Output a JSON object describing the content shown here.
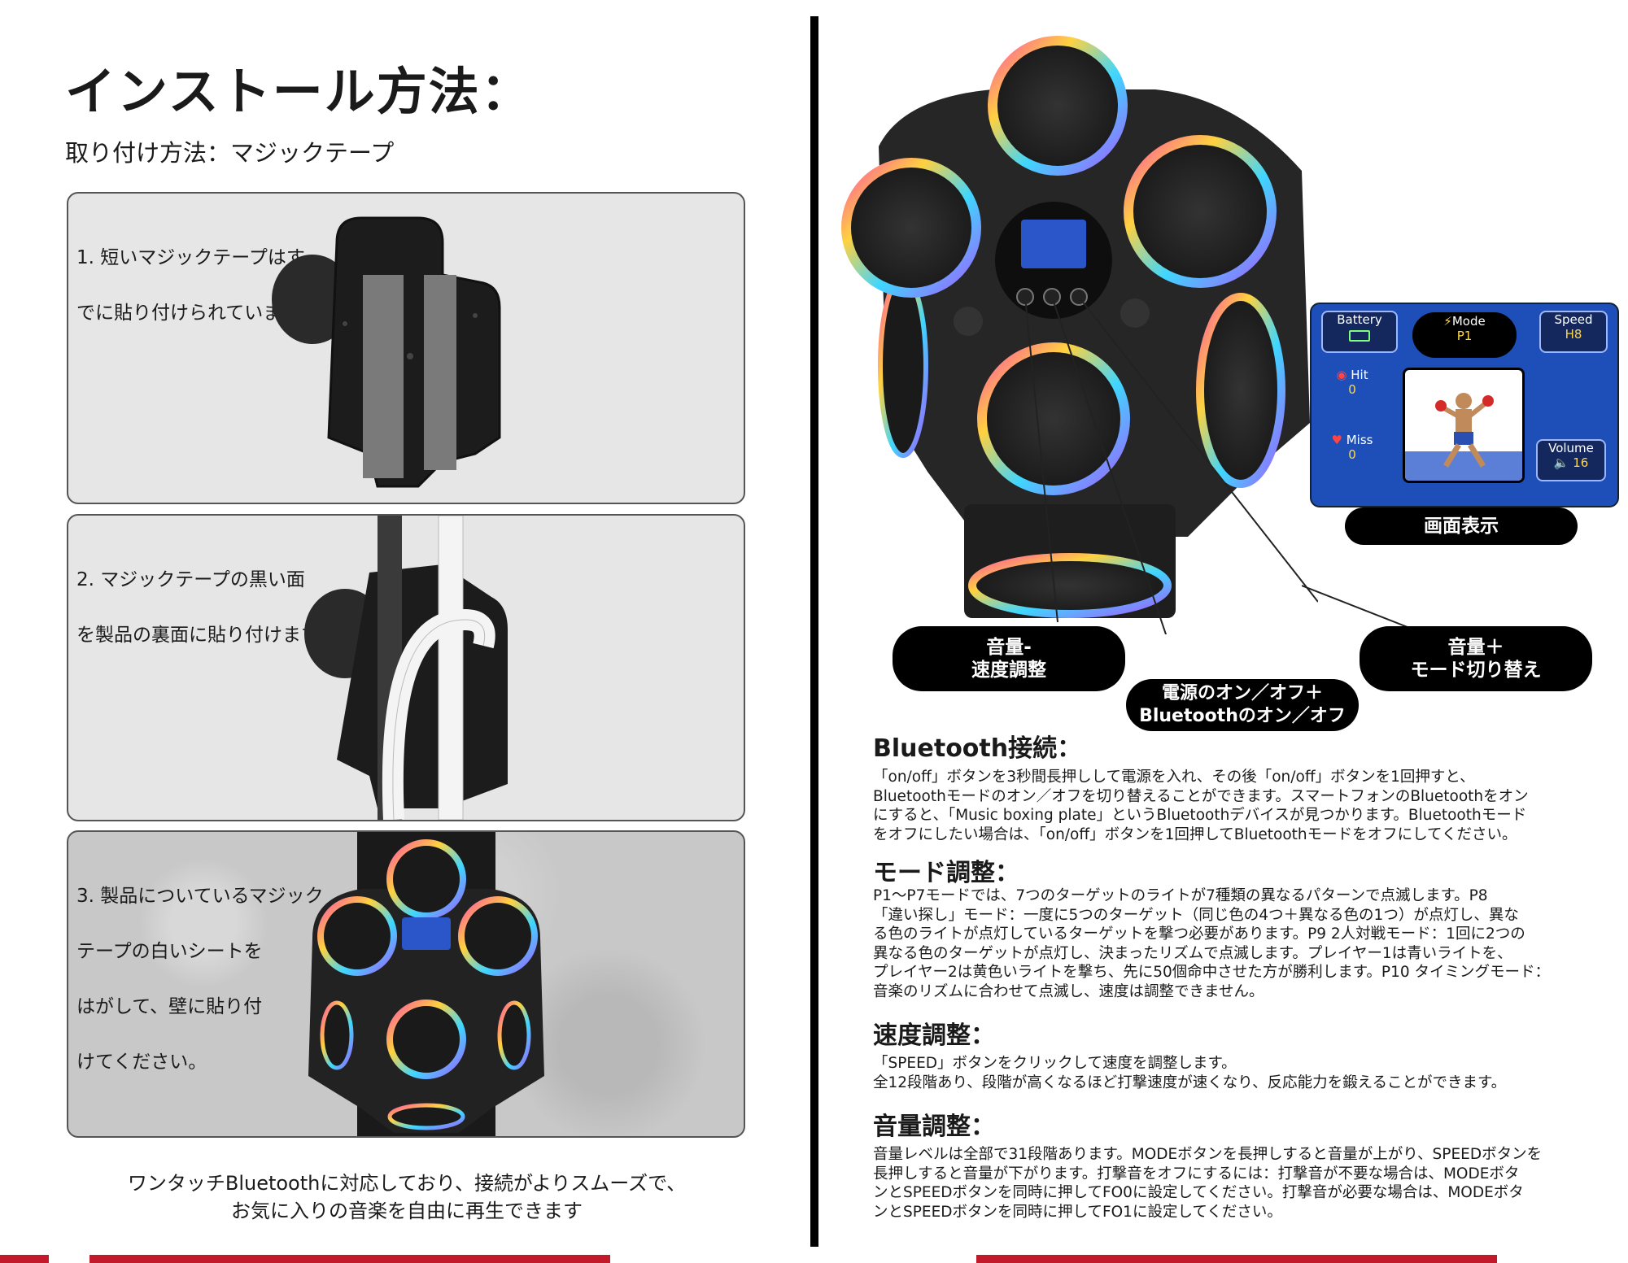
{
  "left": {
    "title": "インストール方法：",
    "subtitle": "取り付け方法：マジックテープ",
    "steps": [
      {
        "lines": [
          "1. 短いマジックテープはす",
          "でに貼り付けられています"
        ]
      },
      {
        "lines": [
          "2. マジックテープの黒い面",
          "を製品の裏面に貼り付けます"
        ]
      },
      {
        "lines": [
          "3. 製品についているマジック",
          "テープの白いシートを",
          "はがして、壁に貼り付",
          "けてください。"
        ]
      }
    ],
    "bottom_lines": [
      "ワンタッチBluetoothに対応しており、接続がよりスムーズで、",
      "お気に入りの音楽を自由に再生できます"
    ]
  },
  "screen": {
    "battery": "Battery",
    "mode": "Mode",
    "mode_value": "P1",
    "speed": "Speed",
    "speed_value": "H8",
    "hit": "Hit",
    "hit_value": "0",
    "miss": "Miss",
    "miss_value": "0",
    "volume": "Volume",
    "volume_value": "16",
    "caption": "画面表示"
  },
  "callouts": {
    "vol_minus": [
      "音量-",
      "速度調整"
    ],
    "power": [
      "電源のオン／オフ＋",
      "Bluetoothのオン／オフ"
    ],
    "vol_plus": [
      "音量＋",
      "モード切り替え"
    ]
  },
  "sections": [
    {
      "heading": "Bluetooth接続：",
      "lines": [
        "「on/off」ボタンを3秒間長押しして電源を入れ、その後「on/off」ボタンを1回押すと、",
        "Bluetoothモードのオン／オフを切り替えることができます。スマートフォンのBluetoothをオン",
        "にすると、「Music boxing plate」というBluetoothデバイスが見つかります。Bluetoothモード",
        "をオフにしたい場合は、「on/off」ボタンを1回押してBluetoothモードをオフにしてください。"
      ]
    },
    {
      "heading": "モード調整：",
      "lines": [
        "P1～P7モードでは、7つのターゲットのライトが7種類の異なるパターンで点滅します。P8",
        "「違い探し」モード：一度に5つのターゲット（同じ色の4つ＋異なる色の1つ）が点灯し、異な",
        "る色のライトが点灯しているターゲットを撃つ必要があります。P9 2人対戦モード：1回に2つの",
        "異なる色のターゲットが点灯し、決まったリズムで点滅します。プレイヤー1は青いライトを、",
        "プレイヤー2は黄色いライトを撃ち、先に50個命中させた方が勝利します。P10 タイミングモード：",
        "音楽のリズムに合わせて点滅し、速度は調整できません。"
      ]
    },
    {
      "heading": "速度調整：",
      "lines": [
        "「SPEED」ボタンをクリックして速度を調整します。",
        "全12段階あり、段階が高くなるほど打撃速度が速くなり、反応能力を鍛えることができます。"
      ]
    },
    {
      "heading": "音量調整：",
      "lines": [
        "音量レベルは全部で31段階あります。MODEボタンを長押しすると音量が上がり、SPEEDボタンを",
        "長押しすると音量が下がります。打撃音をオフにするには：打撃音が不要な場合は、MODEボタ",
        "ンとSPEEDボタンを同時に押してFO0に設定してください。打撃音が必要な場合は、MODEボタ",
        "ンとSPEEDボタンを同時に押してFO1に設定してください。"
      ]
    }
  ],
  "colors": {
    "accent_strip": "#c21a2a",
    "screen_bg": "#1e4fb8",
    "text": "#1a1a1a"
  }
}
